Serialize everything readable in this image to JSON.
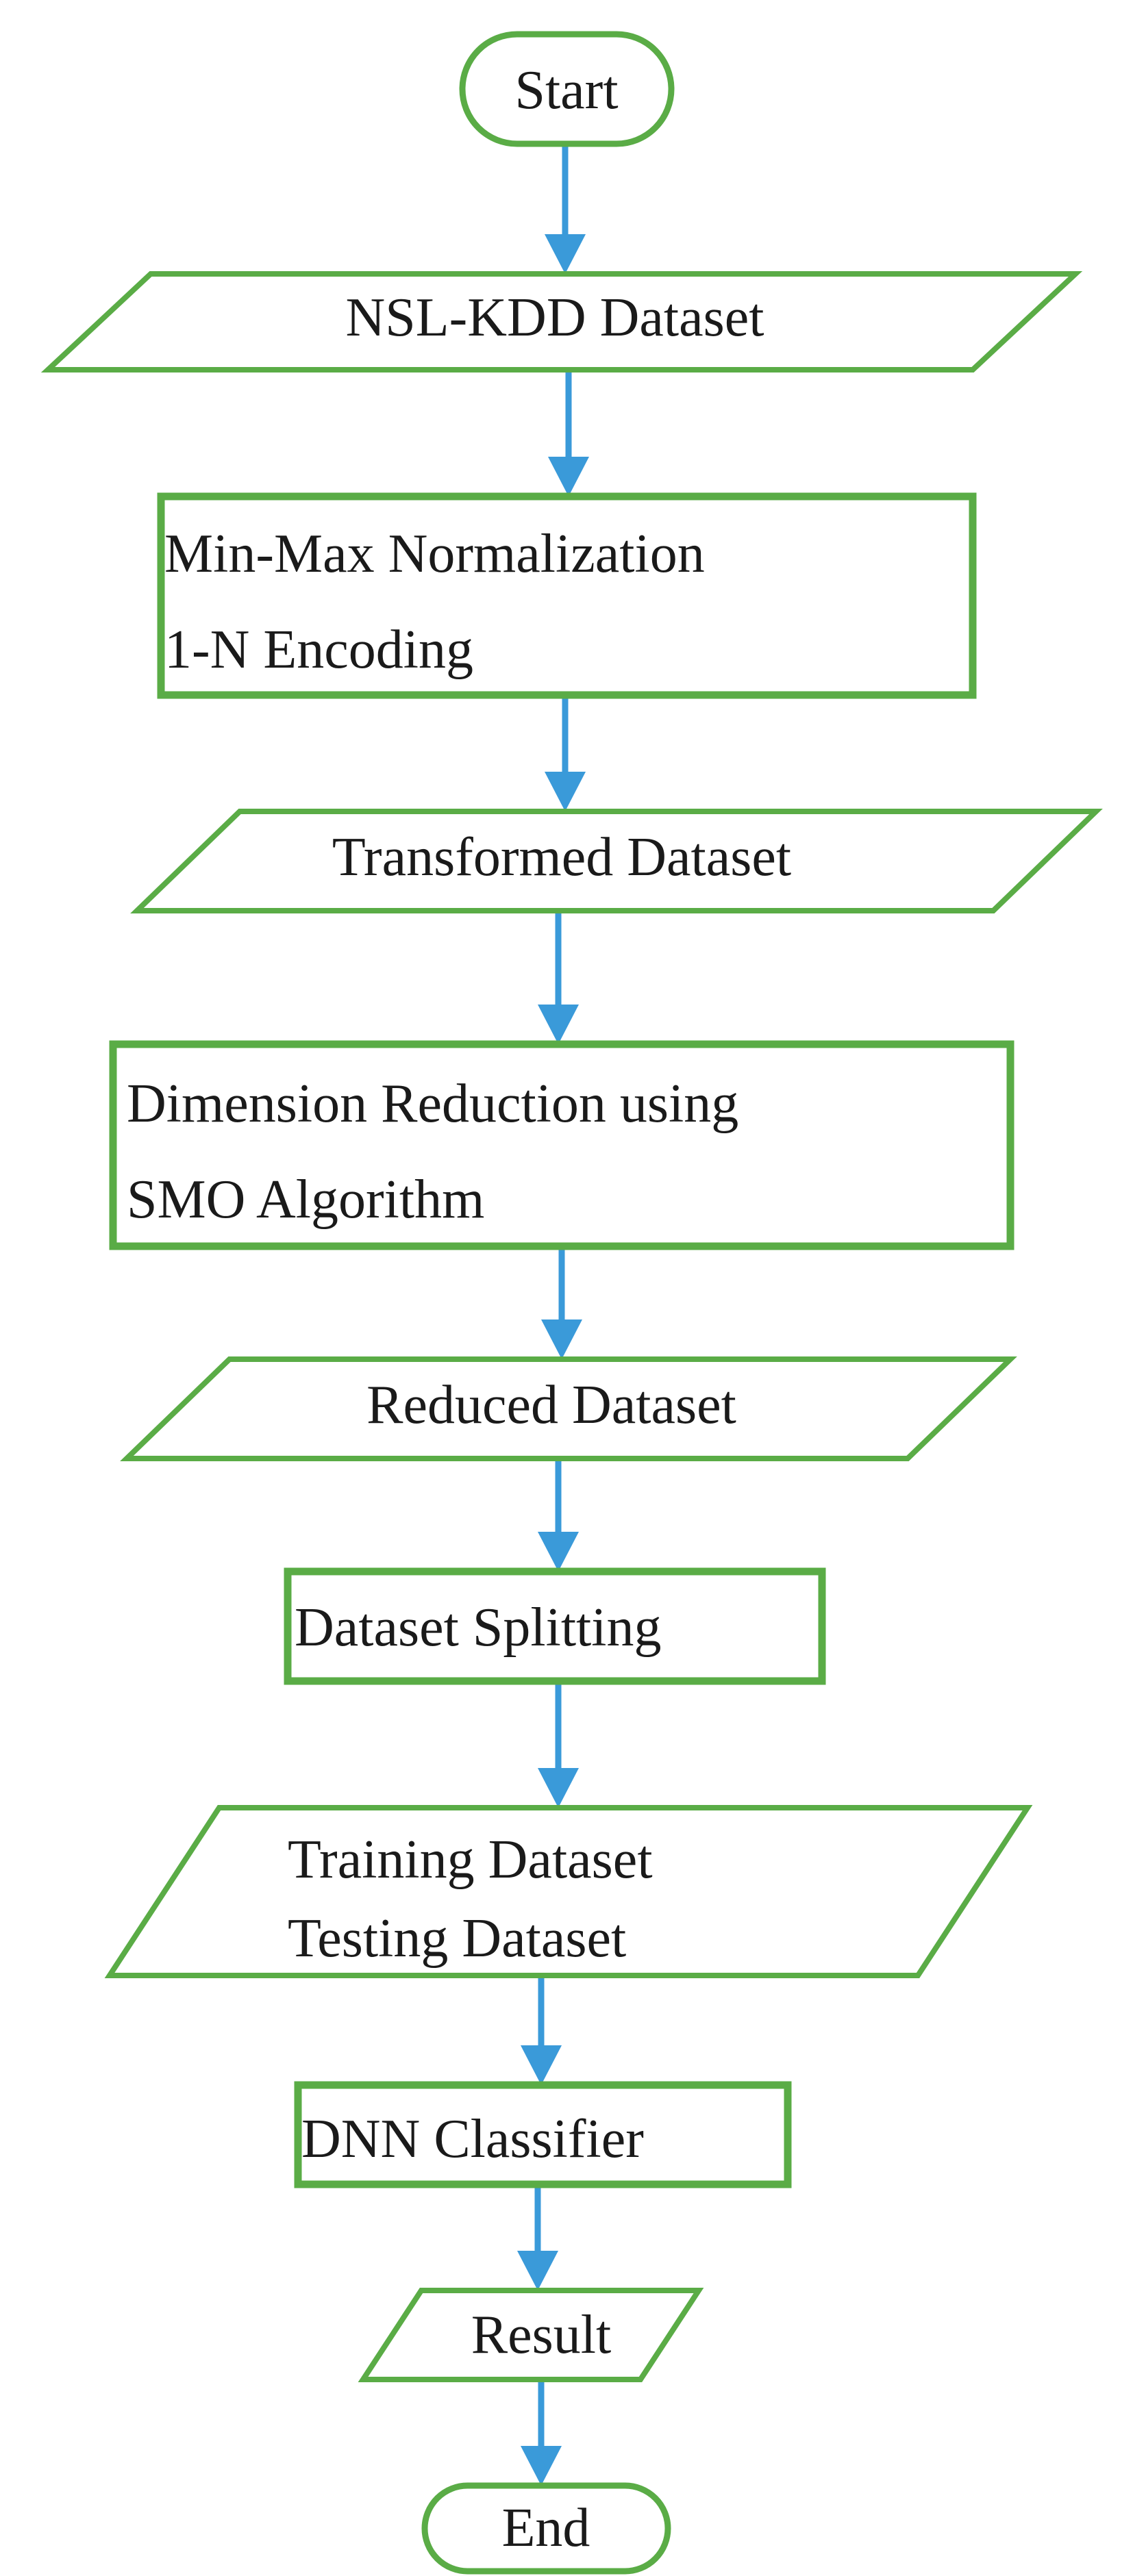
{
  "colors": {
    "node_border": "#5aac46",
    "arrow": "#3a9ad9",
    "text": "#1a1a1a",
    "background": "#ffffff"
  },
  "nodes": {
    "start": {
      "shape": "terminator",
      "lines": [
        "Start"
      ]
    },
    "nsl_kdd": {
      "shape": "data",
      "lines": [
        "NSL-KDD Dataset"
      ]
    },
    "normalization": {
      "shape": "process",
      "lines": [
        "Min-Max Normalization",
        "1-N Encoding"
      ]
    },
    "transformed": {
      "shape": "data",
      "lines": [
        "Transformed Dataset"
      ]
    },
    "reduction": {
      "shape": "process",
      "lines": [
        "Dimension Reduction using",
        "SMO Algorithm"
      ]
    },
    "reduced": {
      "shape": "data",
      "lines": [
        "Reduced Dataset"
      ]
    },
    "splitting": {
      "shape": "process",
      "lines": [
        "Dataset Splitting"
      ]
    },
    "train_test": {
      "shape": "data",
      "lines": [
        "Training Dataset",
        "Testing Dataset"
      ]
    },
    "dnn": {
      "shape": "process",
      "lines": [
        "DNN Classifier"
      ]
    },
    "result": {
      "shape": "data",
      "lines": [
        "Result"
      ]
    },
    "end": {
      "shape": "terminator",
      "lines": [
        "End"
      ]
    }
  },
  "edges": [
    [
      "start",
      "nsl_kdd"
    ],
    [
      "nsl_kdd",
      "normalization"
    ],
    [
      "normalization",
      "transformed"
    ],
    [
      "transformed",
      "reduction"
    ],
    [
      "reduction",
      "reduced"
    ],
    [
      "reduced",
      "splitting"
    ],
    [
      "splitting",
      "train_test"
    ],
    [
      "train_test",
      "dnn"
    ],
    [
      "dnn",
      "result"
    ],
    [
      "result",
      "end"
    ]
  ]
}
